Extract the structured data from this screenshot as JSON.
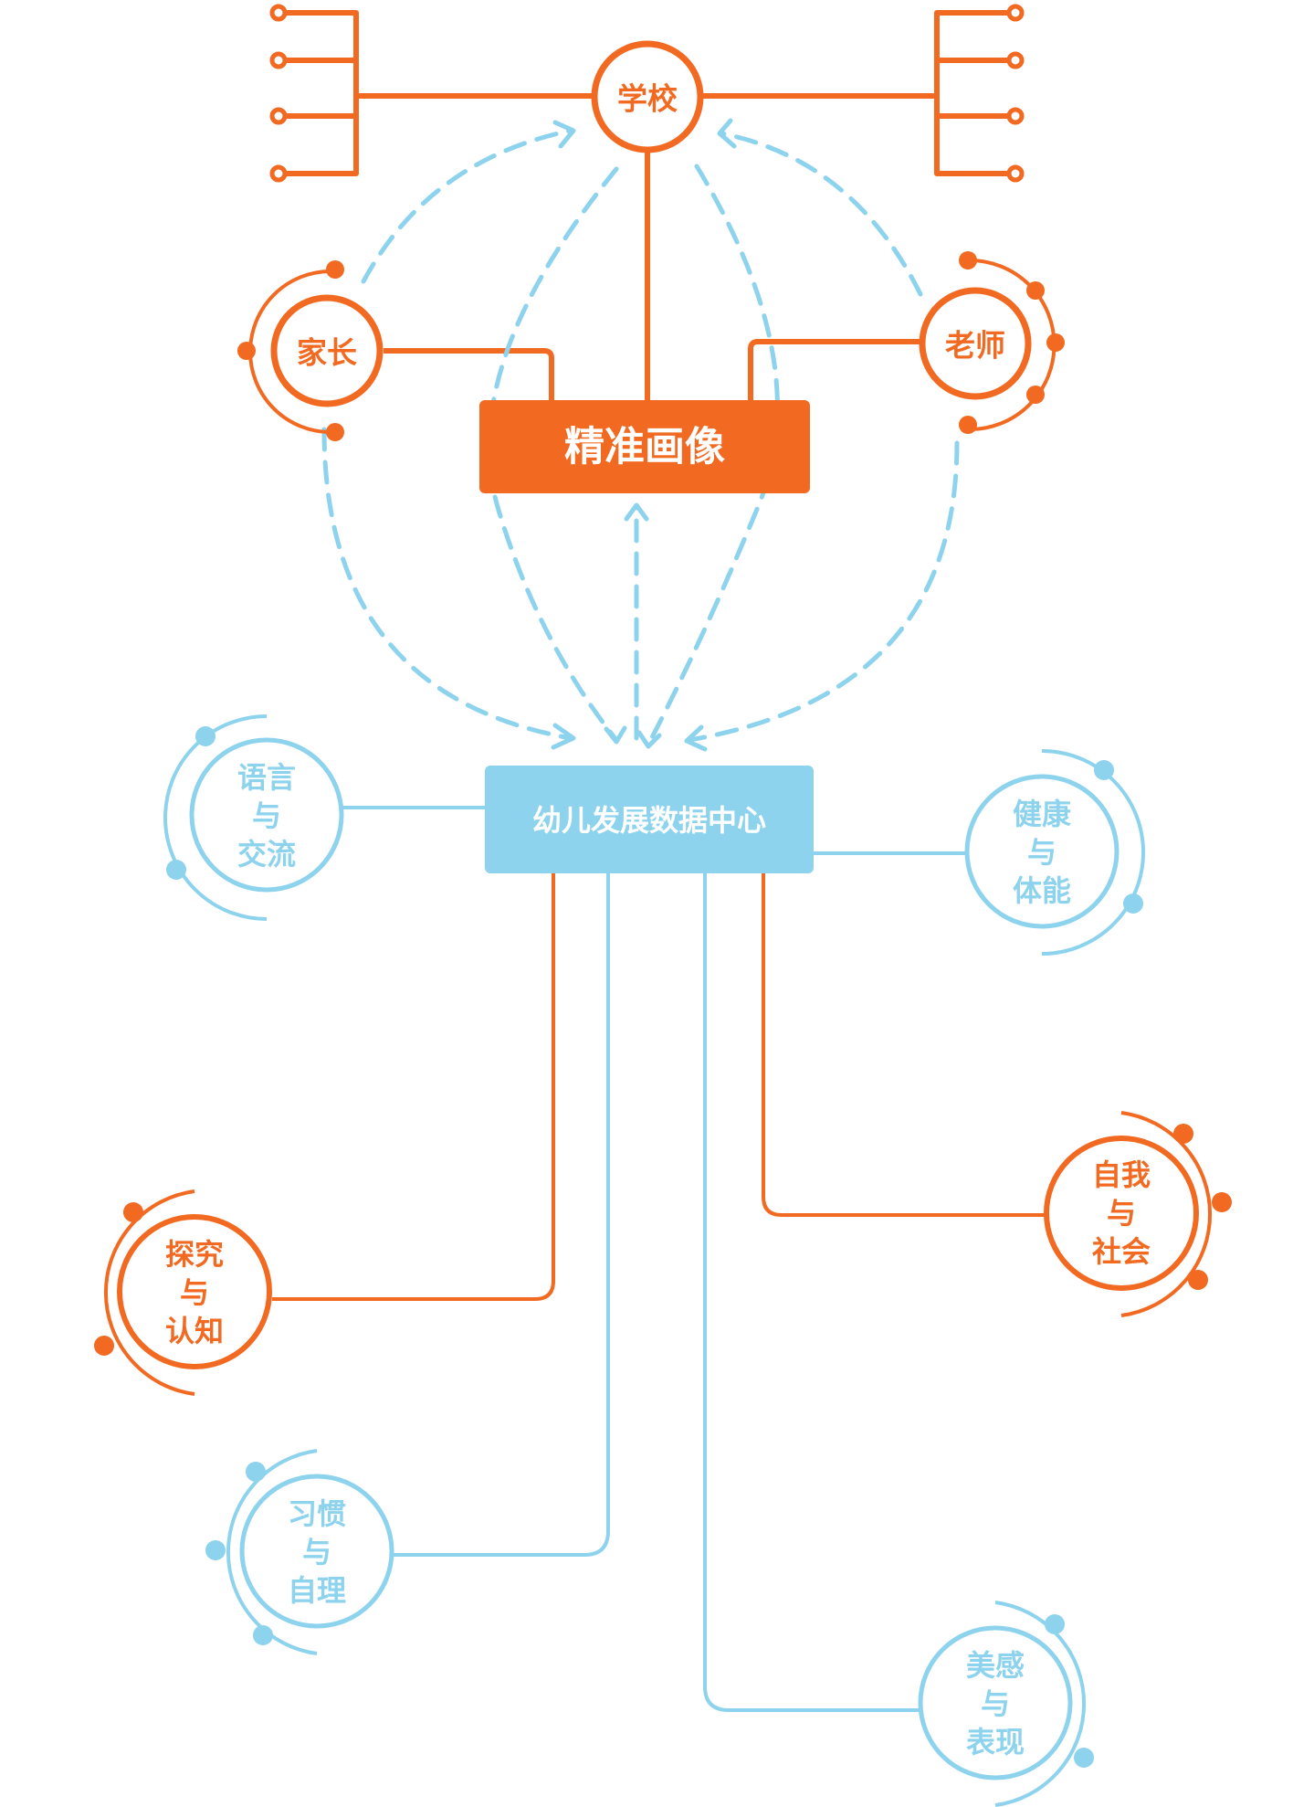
{
  "colors": {
    "orange": "#F26A21",
    "blue": "#8DD3EE",
    "white": "#FFFFFF"
  },
  "nodes": {
    "school": "学校",
    "parent": "家长",
    "teacher": "老师",
    "profile": "精准画像",
    "center": "幼儿发展数据中心"
  },
  "domains": {
    "language": [
      "语言",
      "与",
      "交流"
    ],
    "health": [
      "健康",
      "与",
      "体能"
    ],
    "self": [
      "自我",
      "与",
      "社会"
    ],
    "explore": [
      "探究",
      "与",
      "认知"
    ],
    "habit": [
      "习惯",
      "与",
      "自理"
    ],
    "art": [
      "美感",
      "与",
      "表现"
    ]
  }
}
